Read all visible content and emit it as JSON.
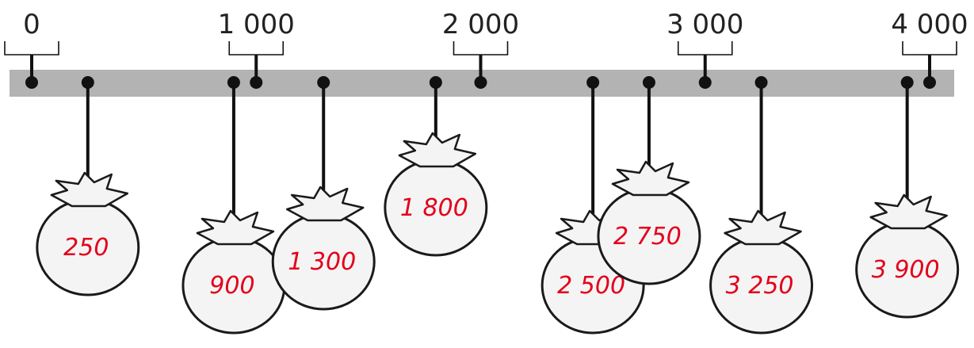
{
  "number_line": {
    "ticks": [
      {
        "value": 0,
        "label": "0"
      },
      {
        "value": 1000,
        "label": "1 000"
      },
      {
        "value": 2000,
        "label": "2 000"
      },
      {
        "value": 3000,
        "label": "3 000"
      },
      {
        "value": 4000,
        "label": "4 000"
      }
    ],
    "bags": [
      {
        "value": 250,
        "label": "250"
      },
      {
        "value": 900,
        "label": "900"
      },
      {
        "value": 1300,
        "label": "1 300"
      },
      {
        "value": 1800,
        "label": "1 800"
      },
      {
        "value": 2500,
        "label": "2 500"
      },
      {
        "value": 2750,
        "label": "2 750"
      },
      {
        "value": 3250,
        "label": "3 250"
      },
      {
        "value": 3900,
        "label": "3 900"
      }
    ]
  },
  "colors": {
    "bar": "#b3b3b3",
    "ink": "#111111",
    "bag_fill": "#f4f4f4",
    "bag_stroke": "#1a1a1a",
    "label_red": "#e3001b"
  }
}
